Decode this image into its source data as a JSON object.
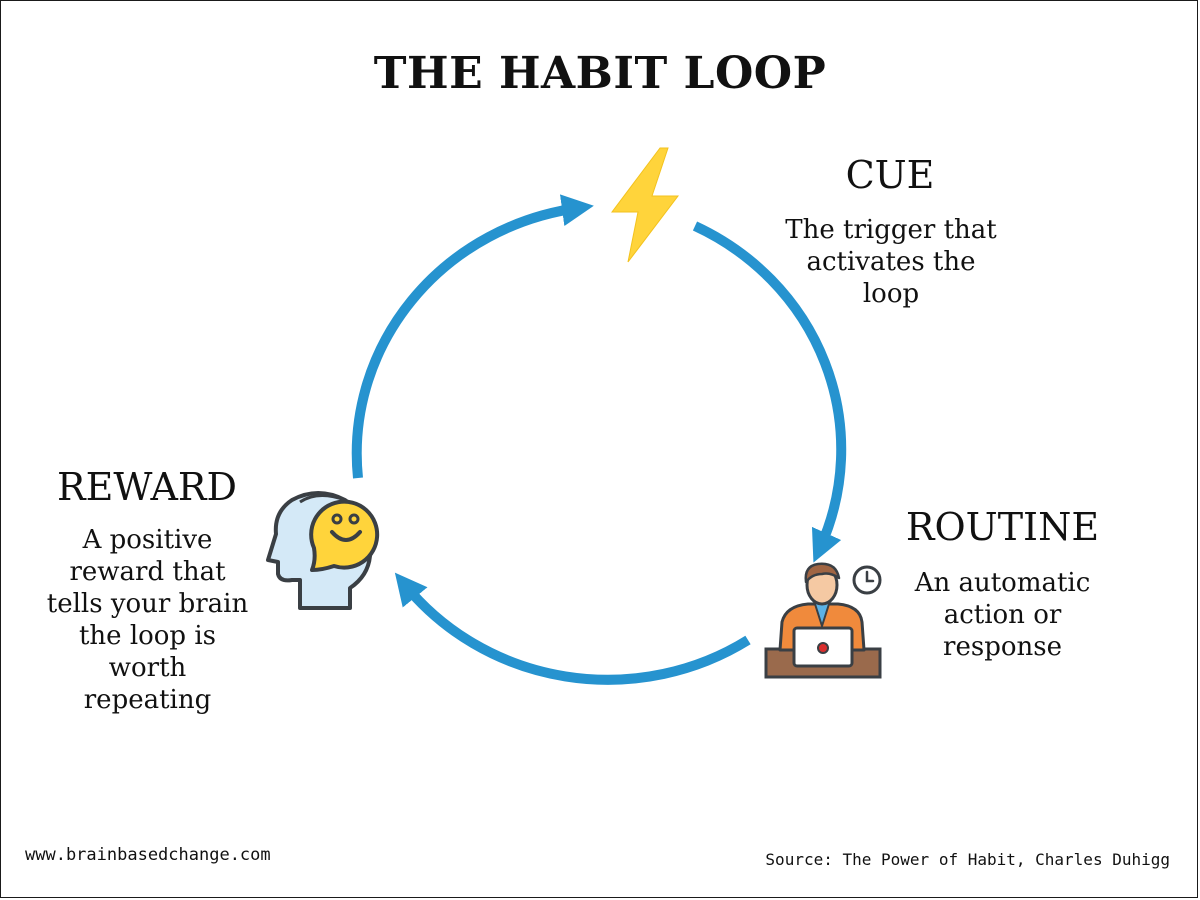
{
  "title": "THE HABIT LOOP",
  "stages": {
    "cue": {
      "heading": "CUE",
      "description": "The trigger that\nactivates the\nloop",
      "icon": "lightning-bolt-icon"
    },
    "routine": {
      "heading": "ROUTINE",
      "description": "An automatic\naction or\nresponse",
      "icon": "person-at-laptop-icon"
    },
    "reward": {
      "heading": "REWARD",
      "description": "A positive\nreward that\ntells your brain\nthe loop is\nworth\nrepeating",
      "icon": "smiling-head-icon"
    }
  },
  "footer": {
    "website": "www.brainbasedchange.com",
    "source": "Source: The Power of Habit, Charles Duhigg"
  },
  "colors": {
    "arrow": "#2693cf",
    "bolt": "#ffd43b",
    "head_fill": "#d4e9f7",
    "outline": "#3a3f44",
    "smiley": "#ffd43b",
    "shirt": "#f08a3c",
    "desk": "#9a6a4c"
  }
}
